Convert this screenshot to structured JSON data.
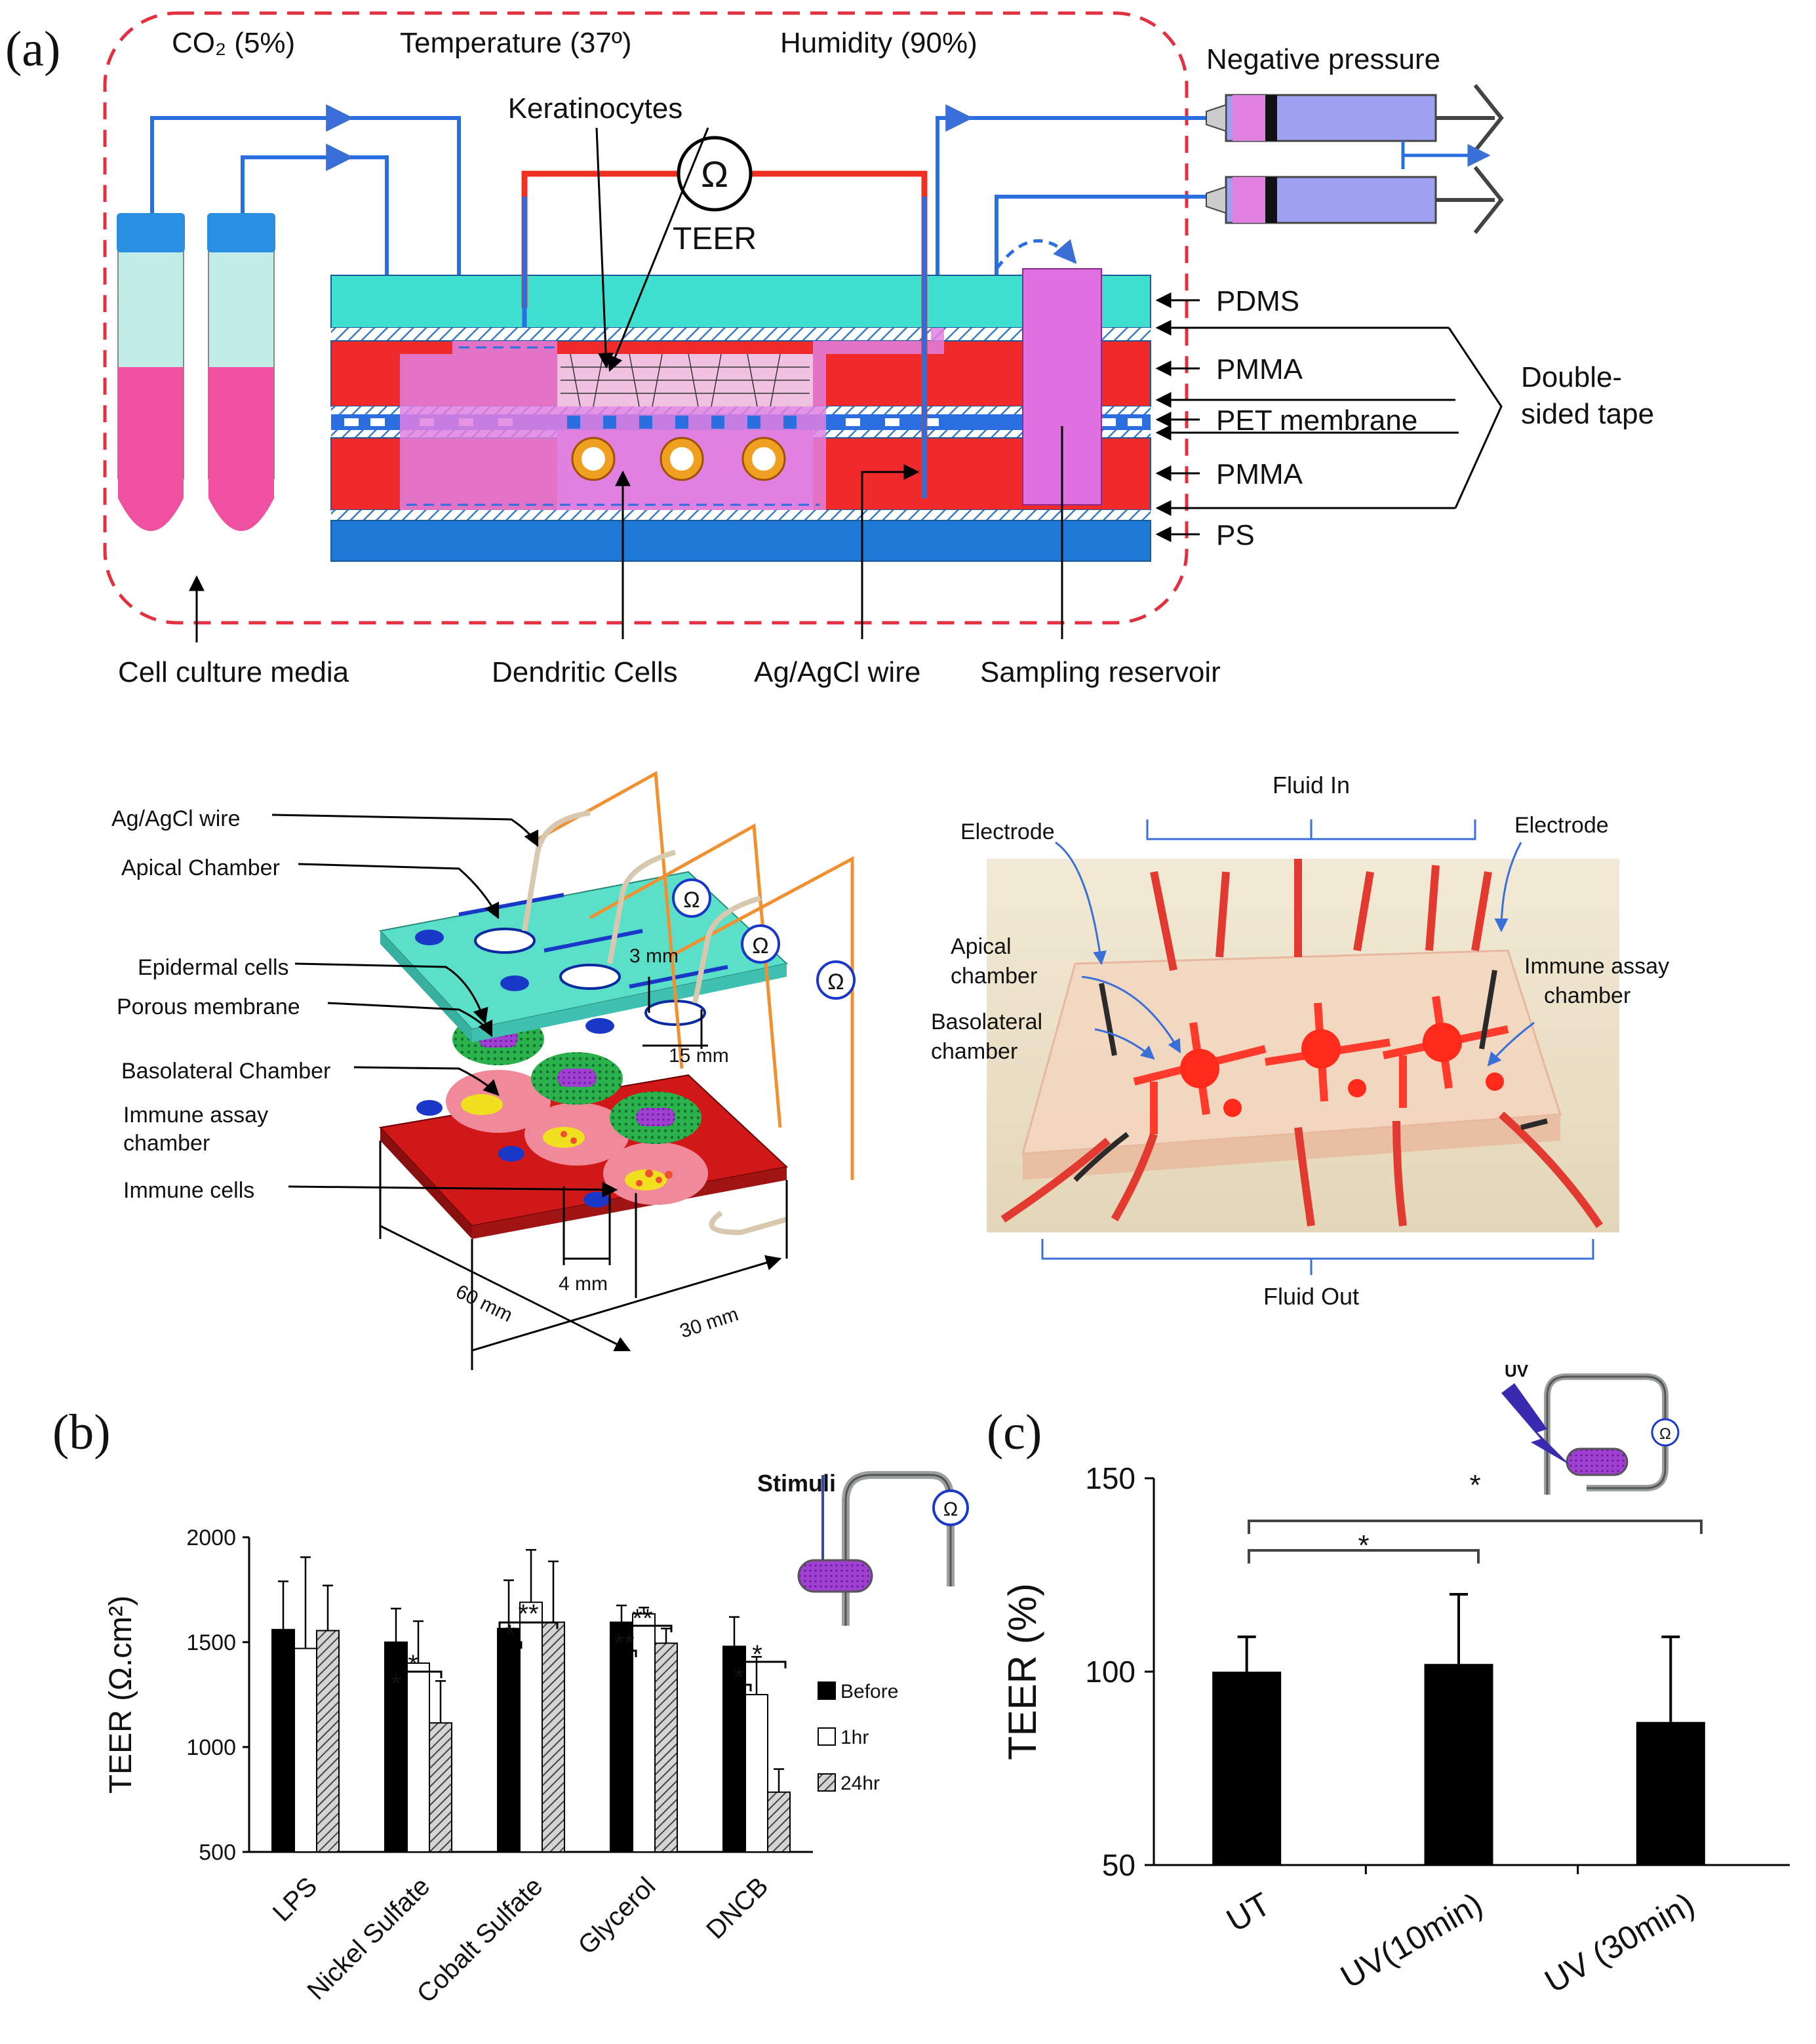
{
  "panel_a": {
    "panel_label": "(a)",
    "env_co2": "CO₂ (5%)",
    "env_temperature": "Temperature (37º)",
    "env_humidity": "Humidity (90%)",
    "negative_pressure": "Negative pressure",
    "keratinocytes": "Keratinocytes",
    "ohm_symbol": "Ω",
    "teer": "TEER",
    "layers": [
      "PDMS",
      "PMMA",
      "PET membrane",
      "PMMA",
      "PS"
    ],
    "double_sided_tape": [
      "Double-",
      "sided tape"
    ],
    "bottom_labels": [
      "Cell culture media",
      "Dendritic Cells",
      "Ag/AgCl wire",
      "Sampling reservoir"
    ]
  },
  "exploded_view": {
    "labels": [
      "Ag/AgCl wire",
      "Apical Chamber",
      "Epidermal cells",
      "Porous membrane",
      "Basolateral Chamber",
      "Immune assay",
      "chamber",
      "Immune cells"
    ],
    "dim_3mm": "3 mm",
    "dim_15mm": "15 mm",
    "dim_4mm": "4 mm",
    "dim_60mm": "60 mm",
    "dim_30mm": "30 mm",
    "ohm": "Ω"
  },
  "photo": {
    "fluid_in": "Fluid In",
    "fluid_out": "Fluid Out",
    "electrode_left": "Electrode",
    "electrode_right": "Electrode",
    "apical": [
      "Apical",
      "chamber"
    ],
    "basolateral": [
      "Basolateral",
      "chamber"
    ],
    "immune": [
      "Immune assay",
      "chamber"
    ]
  },
  "panel_b": {
    "panel_label": "(b)",
    "stimuli": "Stimuli",
    "ohm": "Ω",
    "significance": [
      "*",
      "*",
      "*",
      "**",
      "**",
      "**",
      "*",
      "*"
    ]
  },
  "panel_c": {
    "panel_label": "(c)",
    "uv": "UV",
    "ohm": "Ω",
    "significance": [
      "*",
      "*"
    ]
  },
  "chart_data": [
    {
      "type": "bar",
      "ylabel": "TEER (Ω.cm²)",
      "ylim": [
        500,
        2000
      ],
      "yticks": [
        500,
        1000,
        1500,
        2000
      ],
      "categories": [
        "LPS",
        "Nickel Sulfate",
        "Cobalt Sulfate",
        "Glycerol",
        "DNCB"
      ],
      "series": [
        {
          "name": "Before",
          "color": "#000000",
          "values": [
            1560,
            1500,
            1565,
            1595,
            1480
          ],
          "errors": [
            230,
            160,
            230,
            80,
            140
          ]
        },
        {
          "name": "1hr",
          "color": "#ffffff",
          "values": [
            1470,
            1400,
            1690,
            1635,
            1250
          ],
          "errors": [
            435,
            200,
            250,
            30,
            180
          ]
        },
        {
          "name": "24hr",
          "color": "#bbbbbb",
          "pattern": "hatch",
          "values": [
            1555,
            1115,
            1595,
            1495,
            785
          ],
          "errors": [
            215,
            200,
            290,
            70,
            110
          ]
        }
      ],
      "legend": "right"
    },
    {
      "type": "bar",
      "ylabel": "TEER (%)",
      "ylim": [
        50,
        150
      ],
      "yticks": [
        50,
        100,
        150
      ],
      "categories": [
        "UT",
        "UV(10min)",
        "UV (30min)"
      ],
      "series": [
        {
          "color": "#000000",
          "values": [
            100,
            102,
            87
          ],
          "errors": [
            9,
            18,
            22
          ]
        }
      ]
    }
  ]
}
